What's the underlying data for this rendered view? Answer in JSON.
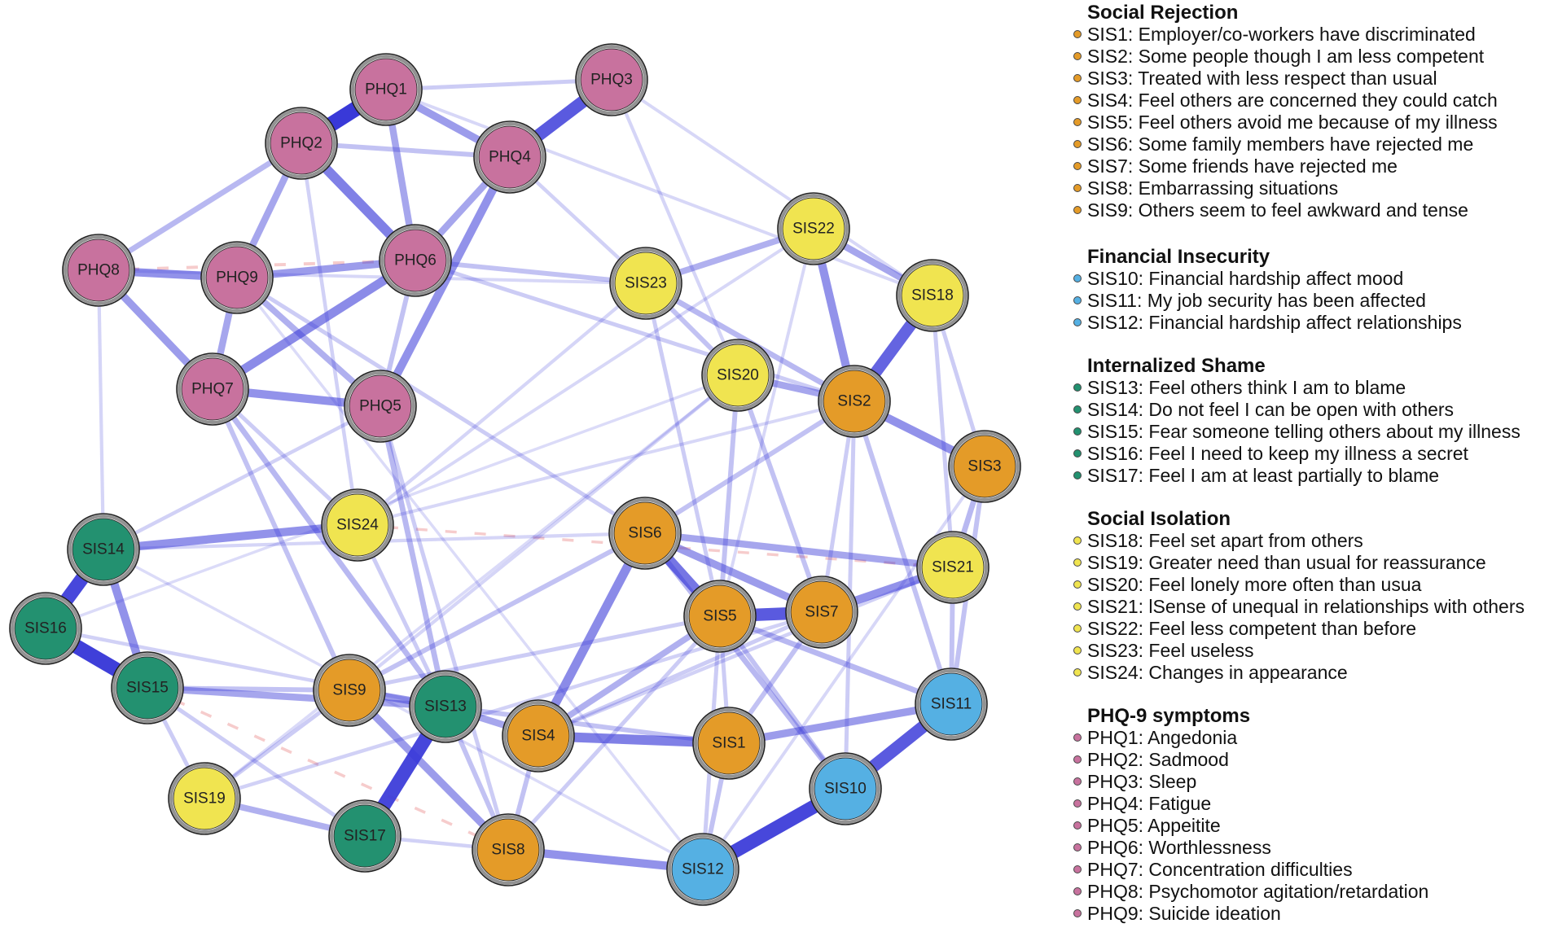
{
  "colors": {
    "PHQ": "#c8729e",
    "SR": "#e49b28",
    "FI": "#55b0e3",
    "IS": "#239170",
    "SI": "#f0e450",
    "edge": "#3939d8",
    "edge_negative": "#ee9999"
  },
  "legend": {
    "groups": [
      {
        "title": "Social Rejection",
        "color_key": "SR",
        "items": [
          "SIS1: Employer/co-workers have discriminated",
          "SIS2: Some people though I am less competent",
          "SIS3: Treated with less respect than usual",
          "SIS4: Feel others are concerned they could catch",
          "SIS5: Feel others avoid me because of my illness",
          "SIS6: Some family members have rejected me",
          "SIS7: Some friends have rejected me",
          "SIS8: Embarrassing situations",
          "SIS9: Others seem to feel awkward and tense"
        ]
      },
      {
        "title": "Financial Insecurity",
        "color_key": "FI",
        "items": [
          "SIS10: Financial hardship affect mood",
          "SIS11: My job security has been affected",
          "SIS12: Financial hardship affect relationships"
        ]
      },
      {
        "title": "Internalized Shame",
        "color_key": "IS",
        "items": [
          "SIS13: Feel others think I am to blame",
          "SIS14: Do not feel I can be open with others",
          "SIS15: Fear someone telling others about my illness",
          "SIS16: Feel I need to keep my illness a secret",
          "SIS17: Feel I am at least partially to blame"
        ]
      },
      {
        "title": "Social Isolation",
        "color_key": "SI",
        "items": [
          "SIS18: Feel set apart from others",
          "SIS19: Greater need than usual for reassurance",
          "SIS20: Feel lonely more often than usua",
          "SIS21: lSense of unequal in relationships with others",
          "SIS22: Feel less competent than before",
          "SIS23: Feel useless",
          "SIS24: Changes in appearance"
        ]
      },
      {
        "title": "PHQ-9 symptoms",
        "color_key": "PHQ",
        "items": [
          "PHQ1: Angedonia",
          "PHQ2: Sadmood",
          "PHQ3: Sleep",
          "PHQ4: Fatigue",
          "PHQ5: Appeitite",
          "PHQ6: Worthlessness",
          "PHQ7: Concentration difficulties",
          "PHQ8: Psychomotor agitation/retardation",
          "PHQ9: Suicide ideation"
        ]
      }
    ]
  },
  "network": {
    "nodes": [
      {
        "id": "PHQ1",
        "label": "PHQ1",
        "color_key": "PHQ"
      },
      {
        "id": "PHQ2",
        "label": "PHQ2",
        "color_key": "PHQ"
      },
      {
        "id": "PHQ3",
        "label": "PHQ3",
        "color_key": "PHQ"
      },
      {
        "id": "PHQ4",
        "label": "PHQ4",
        "color_key": "PHQ"
      },
      {
        "id": "PHQ5",
        "label": "PHQ5",
        "color_key": "PHQ"
      },
      {
        "id": "PHQ6",
        "label": "PHQ6",
        "color_key": "PHQ"
      },
      {
        "id": "PHQ7",
        "label": "PHQ7",
        "color_key": "PHQ"
      },
      {
        "id": "PHQ8",
        "label": "PHQ8",
        "color_key": "PHQ"
      },
      {
        "id": "PHQ9",
        "label": "PHQ9",
        "color_key": "PHQ"
      },
      {
        "id": "SIS1",
        "label": "SIS1",
        "color_key": "SR"
      },
      {
        "id": "SIS2",
        "label": "SIS2",
        "color_key": "SR"
      },
      {
        "id": "SIS3",
        "label": "SIS3",
        "color_key": "SR"
      },
      {
        "id": "SIS4",
        "label": "SIS4",
        "color_key": "SR"
      },
      {
        "id": "SIS5",
        "label": "SIS5",
        "color_key": "SR"
      },
      {
        "id": "SIS6",
        "label": "SIS6",
        "color_key": "SR"
      },
      {
        "id": "SIS7",
        "label": "SIS7",
        "color_key": "SR"
      },
      {
        "id": "SIS8",
        "label": "SIS8",
        "color_key": "SR"
      },
      {
        "id": "SIS9",
        "label": "SIS9",
        "color_key": "SR"
      },
      {
        "id": "SIS10",
        "label": "SIS10",
        "color_key": "FI"
      },
      {
        "id": "SIS11",
        "label": "SIS11",
        "color_key": "FI"
      },
      {
        "id": "SIS12",
        "label": "SIS12",
        "color_key": "FI"
      },
      {
        "id": "SIS13",
        "label": "SIS13",
        "color_key": "IS"
      },
      {
        "id": "SIS14",
        "label": "SIS14",
        "color_key": "IS"
      },
      {
        "id": "SIS15",
        "label": "SIS15",
        "color_key": "IS"
      },
      {
        "id": "SIS16",
        "label": "SIS16",
        "color_key": "IS"
      },
      {
        "id": "SIS17",
        "label": "SIS17",
        "color_key": "IS"
      },
      {
        "id": "SIS18",
        "label": "SIS18",
        "color_key": "SI"
      },
      {
        "id": "SIS19",
        "label": "SIS19",
        "color_key": "SI"
      },
      {
        "id": "SIS20",
        "label": "SIS20",
        "color_key": "SI"
      },
      {
        "id": "SIS21",
        "label": "SIS21",
        "color_key": "SI"
      },
      {
        "id": "SIS22",
        "label": "SIS22",
        "color_key": "SI"
      },
      {
        "id": "SIS23",
        "label": "SIS23",
        "color_key": "SI"
      },
      {
        "id": "SIS24",
        "label": "SIS24",
        "color_key": "SI"
      }
    ],
    "edges": [
      {
        "from": "PHQ1",
        "to": "PHQ2",
        "weight": 0.95
      },
      {
        "from": "PHQ3",
        "to": "PHQ4",
        "weight": 0.75
      },
      {
        "from": "PHQ2",
        "to": "PHQ6",
        "weight": 0.55
      },
      {
        "from": "PHQ1",
        "to": "PHQ4",
        "weight": 0.4
      },
      {
        "from": "PHQ1",
        "to": "PHQ6",
        "weight": 0.35
      },
      {
        "from": "PHQ1",
        "to": "PHQ3",
        "weight": 0.15
      },
      {
        "from": "PHQ2",
        "to": "PHQ9",
        "weight": 0.35
      },
      {
        "from": "PHQ2",
        "to": "PHQ8",
        "weight": 0.25
      },
      {
        "from": "PHQ2",
        "to": "PHQ4",
        "weight": 0.2
      },
      {
        "from": "PHQ8",
        "to": "PHQ9",
        "weight": 0.45
      },
      {
        "from": "PHQ8",
        "to": "PHQ7",
        "weight": 0.4
      },
      {
        "from": "PHQ9",
        "to": "PHQ6",
        "weight": 0.4
      },
      {
        "from": "PHQ9",
        "to": "PHQ7",
        "weight": 0.35
      },
      {
        "from": "PHQ9",
        "to": "PHQ5",
        "weight": 0.3
      },
      {
        "from": "PHQ7",
        "to": "PHQ6",
        "weight": 0.5
      },
      {
        "from": "PHQ7",
        "to": "PHQ5",
        "weight": 0.45
      },
      {
        "from": "PHQ6",
        "to": "PHQ4",
        "weight": 0.35
      },
      {
        "from": "PHQ4",
        "to": "PHQ5",
        "weight": 0.45
      },
      {
        "from": "PHQ6",
        "to": "PHQ5",
        "weight": 0.2
      },
      {
        "from": "PHQ6",
        "to": "SIS23",
        "weight": 0.2
      },
      {
        "from": "PHQ6",
        "to": "SIS2",
        "weight": 0.15
      },
      {
        "from": "PHQ4",
        "to": "SIS23",
        "weight": 0.12
      },
      {
        "from": "PHQ3",
        "to": "SIS20",
        "weight": 0.1
      },
      {
        "from": "PHQ9",
        "to": "SIS6",
        "weight": 0.15
      },
      {
        "from": "PHQ7",
        "to": "SIS13",
        "weight": 0.25
      },
      {
        "from": "PHQ7",
        "to": "SIS24",
        "weight": 0.15
      },
      {
        "from": "PHQ7",
        "to": "SIS9",
        "weight": 0.2
      },
      {
        "from": "PHQ5",
        "to": "SIS13",
        "weight": 0.25
      },
      {
        "from": "PHQ5",
        "to": "SIS8",
        "weight": 0.15
      },
      {
        "from": "PHQ5",
        "to": "SIS14",
        "weight": 0.12
      },
      {
        "from": "PHQ8",
        "to": "SIS14",
        "weight": 0.1
      },
      {
        "from": "PHQ2",
        "to": "SIS24",
        "weight": 0.12
      },
      {
        "from": "SIS14",
        "to": "SIS16",
        "weight": 0.85
      },
      {
        "from": "SIS16",
        "to": "SIS15",
        "weight": 0.9
      },
      {
        "from": "SIS14",
        "to": "SIS15",
        "weight": 0.45
      },
      {
        "from": "SIS14",
        "to": "SIS24",
        "weight": 0.45
      },
      {
        "from": "SIS15",
        "to": "SIS13",
        "weight": 0.35
      },
      {
        "from": "SIS15",
        "to": "SIS9",
        "weight": 0.2
      },
      {
        "from": "SIS15",
        "to": "SIS19",
        "weight": 0.15
      },
      {
        "from": "SIS15",
        "to": "SIS17",
        "weight": 0.15
      },
      {
        "from": "SIS16",
        "to": "SIS13",
        "weight": 0.12
      },
      {
        "from": "SIS13",
        "to": "SIS17",
        "weight": 0.85
      },
      {
        "from": "SIS13",
        "to": "SIS9",
        "weight": 0.4
      },
      {
        "from": "SIS13",
        "to": "SIS4",
        "weight": 0.35
      },
      {
        "from": "SIS13",
        "to": "SIS8",
        "weight": 0.2
      },
      {
        "from": "SIS13",
        "to": "SIS1",
        "weight": 0.2
      },
      {
        "from": "SIS9",
        "to": "SIS8",
        "weight": 0.4
      },
      {
        "from": "SIS9",
        "to": "SIS6",
        "weight": 0.2
      },
      {
        "from": "SIS9",
        "to": "SIS19",
        "weight": 0.15
      },
      {
        "from": "SIS9",
        "to": "SIS5",
        "weight": 0.15
      },
      {
        "from": "SIS17",
        "to": "SIS8",
        "weight": 0.12
      },
      {
        "from": "SIS17",
        "to": "SIS19",
        "weight": 0.3
      },
      {
        "from": "SIS4",
        "to": "SIS1",
        "weight": 0.55
      },
      {
        "from": "SIS4",
        "to": "SIS6",
        "weight": 0.5
      },
      {
        "from": "SIS4",
        "to": "SIS5",
        "weight": 0.3
      },
      {
        "from": "SIS4",
        "to": "SIS8",
        "weight": 0.2
      },
      {
        "from": "SIS4",
        "to": "SIS7",
        "weight": 0.15
      },
      {
        "from": "SIS1",
        "to": "SIS11",
        "weight": 0.4
      },
      {
        "from": "SIS1",
        "to": "SIS12",
        "weight": 0.2
      },
      {
        "from": "SIS1",
        "to": "SIS7",
        "weight": 0.2
      },
      {
        "from": "SIS1",
        "to": "SIS5",
        "weight": 0.15
      },
      {
        "from": "SIS8",
        "to": "SIS12",
        "weight": 0.45
      },
      {
        "from": "SIS8",
        "to": "SIS5",
        "weight": 0.15
      },
      {
        "from": "SIS12",
        "to": "SIS10",
        "weight": 0.85
      },
      {
        "from": "SIS12",
        "to": "SIS5",
        "weight": 0.15
      },
      {
        "from": "SIS10",
        "to": "SIS11",
        "weight": 0.75
      },
      {
        "from": "SIS10",
        "to": "SIS5",
        "weight": 0.2
      },
      {
        "from": "SIS10",
        "to": "SIS6",
        "weight": 0.25
      },
      {
        "from": "SIS10",
        "to": "SIS2",
        "weight": 0.15
      },
      {
        "from": "SIS11",
        "to": "SIS21",
        "weight": 0.2
      },
      {
        "from": "SIS11",
        "to": "SIS3",
        "weight": 0.2
      },
      {
        "from": "SIS11",
        "to": "SIS5",
        "weight": 0.25
      },
      {
        "from": "SIS11",
        "to": "SIS2",
        "weight": 0.2
      },
      {
        "from": "SIS5",
        "to": "SIS7",
        "weight": 0.75
      },
      {
        "from": "SIS5",
        "to": "SIS6",
        "weight": 0.6
      },
      {
        "from": "SIS5",
        "to": "SIS20",
        "weight": 0.2
      },
      {
        "from": "SIS6",
        "to": "SIS7",
        "weight": 0.4
      },
      {
        "from": "SIS6",
        "to": "SIS21",
        "weight": 0.35
      },
      {
        "from": "SIS6",
        "to": "SIS2",
        "weight": 0.2
      },
      {
        "from": "SIS7",
        "to": "SIS21",
        "weight": 0.45
      },
      {
        "from": "SIS7",
        "to": "SIS20",
        "weight": 0.2
      },
      {
        "from": "SIS7",
        "to": "SIS2",
        "weight": 0.15
      },
      {
        "from": "SIS2",
        "to": "SIS18",
        "weight": 0.7
      },
      {
        "from": "SIS2",
        "to": "SIS22",
        "weight": 0.45
      },
      {
        "from": "SIS2",
        "to": "SIS3",
        "weight": 0.45
      },
      {
        "from": "SIS2",
        "to": "SIS20",
        "weight": 0.35
      },
      {
        "from": "SIS2",
        "to": "SIS23",
        "weight": 0.25
      },
      {
        "from": "SIS3",
        "to": "SIS21",
        "weight": 0.25
      },
      {
        "from": "SIS3",
        "to": "SIS18",
        "weight": 0.15
      },
      {
        "from": "SIS18",
        "to": "SIS22",
        "weight": 0.35
      },
      {
        "from": "SIS18",
        "to": "SIS21",
        "weight": 0.15
      },
      {
        "from": "SIS22",
        "to": "SIS23",
        "weight": 0.3
      },
      {
        "from": "SIS23",
        "to": "SIS20",
        "weight": 0.2
      },
      {
        "from": "SIS23",
        "to": "SIS5",
        "weight": 0.15
      },
      {
        "from": "SIS24",
        "to": "SIS13",
        "weight": 0.15
      },
      {
        "from": "SIS24",
        "to": "SIS23",
        "weight": 0.1
      },
      {
        "from": "SIS19",
        "to": "SIS7",
        "weight": 0.12
      },
      {
        "from": "SIS21",
        "to": "SIS4",
        "weight": 0.12
      },
      {
        "from": "SIS14",
        "to": "SIS6",
        "weight": 0.1
      },
      {
        "from": "PHQ8",
        "to": "SIS23",
        "weight": 0.08
      },
      {
        "from": "PHQ1",
        "to": "SIS18",
        "weight": 0.08
      },
      {
        "from": "PHQ3",
        "to": "SIS18",
        "weight": 0.08
      },
      {
        "from": "SIS24",
        "to": "SIS22",
        "weight": 0.08
      },
      {
        "from": "SIS16",
        "to": "SIS20",
        "weight": 0.06
      },
      {
        "from": "SIS14",
        "to": "SIS12",
        "weight": 0.06
      },
      {
        "from": "SIS19",
        "to": "SIS20",
        "weight": 0.07
      },
      {
        "from": "SIS24",
        "to": "SIS2",
        "weight": 0.08
      },
      {
        "from": "SIS9",
        "to": "SIS20",
        "weight": 0.1
      },
      {
        "from": "SIS3",
        "to": "SIS12",
        "weight": 0.08
      },
      {
        "from": "SIS22",
        "to": "SIS5",
        "weight": 0.08
      },
      {
        "from": "PHQ9",
        "to": "SIS12",
        "weight": 0.06
      }
    ],
    "negative_edges": [
      {
        "from": "PHQ8",
        "to": "PHQ6",
        "weight": 0.08
      },
      {
        "from": "SIS24",
        "to": "SIS21",
        "weight": 0.05
      },
      {
        "from": "SIS15",
        "to": "SIS8",
        "weight": 0.06
      }
    ]
  }
}
